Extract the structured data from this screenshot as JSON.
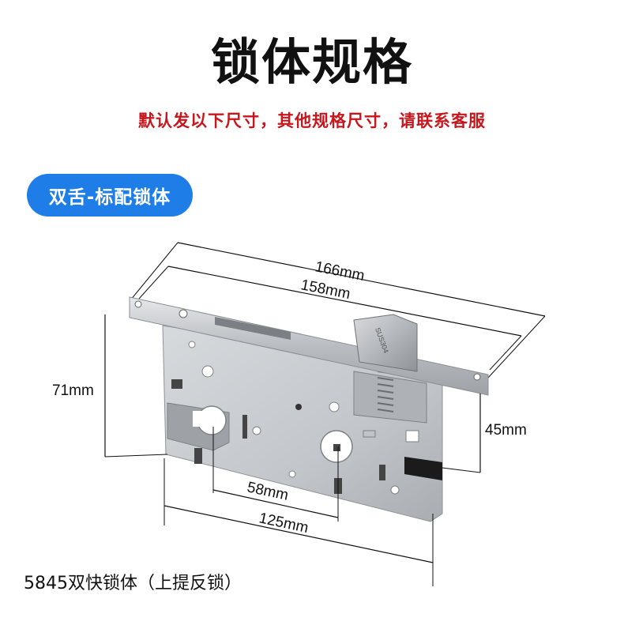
{
  "title": "锁体规格",
  "subtitle": "默认发以下尺寸，其他规格尺寸，请联系客服",
  "badge": "双舌-标配锁体",
  "caption": "5845双快锁体（上提反锁）",
  "dimensions": {
    "overall_length": "166mm",
    "faceplate_length": "158mm",
    "height": "71mm",
    "bolt_offset": "45mm",
    "spindle_distance": "58mm",
    "body_width": "125mm"
  },
  "latch_engraving": "SUS304",
  "colors": {
    "title": "#111111",
    "subtitle": "#c8161d",
    "badge_bg": "#1f7de8",
    "badge_text": "#ffffff",
    "steel": "#c9ccd0"
  }
}
